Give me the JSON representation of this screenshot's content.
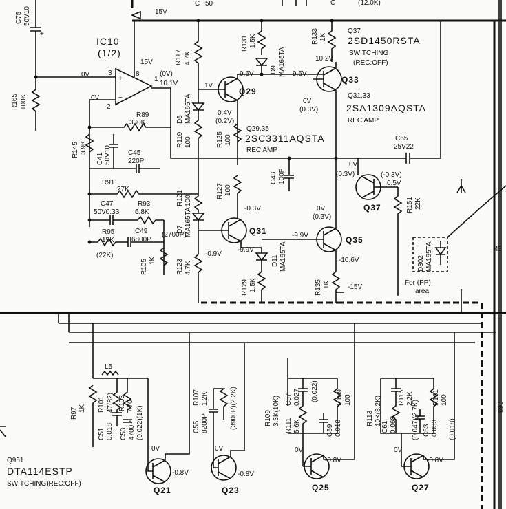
{
  "ic": {
    "ref": "IC10",
    "unit": "(1/2)",
    "supply": "15V",
    "pin3": "3",
    "pin2": "2",
    "pin8": "8",
    "pin1": "1",
    "in_v": "0V",
    "inv_v": "0V",
    "out_v1": "(0V)",
    "out_v2": "10.1V"
  },
  "rail": "15V",
  "top_cut": {
    "a": "C",
    "b": "50",
    "c": "C",
    "d": "(12.0K)"
  },
  "transistors": {
    "q37_top": {
      "ref": "Q37",
      "part": "2SD1450RSTA",
      "func": "SWITCHING",
      "mode": "(REC:OFF)"
    },
    "q31_33": {
      "refs": "Q31,33",
      "part": "2SA1309AQSTA",
      "func": "REC AMP"
    },
    "q29_35": {
      "refs": "Q29,35",
      "part": "2SC3311AQSTA",
      "func": "REC AMP"
    },
    "q951": {
      "ref": "Q951",
      "part": "DTA114ESTP",
      "func": "SWITCHING(REC:OFF)"
    },
    "labels": {
      "q29": "Q29",
      "q31": "Q31",
      "q33": "Q33",
      "q35": "Q35",
      "q37": "Q37",
      "q21": "Q21",
      "q23": "Q23",
      "q25": "Q25",
      "q27": "Q27"
    }
  },
  "components": {
    "c75": "C75",
    "c75v": "50V10",
    "r165": "R165",
    "r165v": "100K",
    "r117": "R117",
    "r117v": "4.7K",
    "r131": "R131",
    "r131v": "1.5K",
    "r133": "R133",
    "r133v": "1K",
    "d9": "D9",
    "d9v": "MA165TA",
    "d5": "D5",
    "d5v": "MA165TA",
    "r119": "R119",
    "r119v": "100",
    "r89": "R89",
    "r89v": "330K",
    "r145": "R145",
    "r145v": "3.9K",
    "c41": "C41",
    "c41v": "50V10",
    "c45": "C45",
    "c45v": "220P",
    "r125": "R125",
    "r125v": "100",
    "r91": "R91",
    "r91v": "27K",
    "r121": "R121",
    "r121v": "100",
    "r127": "R127",
    "r127v": "100",
    "c43": "C43",
    "c43v": "100P",
    "c65": "C65",
    "c65v": "25V22",
    "c47": "C47",
    "c47v": "50V0.33",
    "r93": "R93",
    "r93v": "6.8K",
    "r95": "R95",
    "r95v": "15K",
    "r95v2": "(22K)",
    "c49": "C49",
    "c49v": "6800P",
    "c49v2": "(2700P)",
    "d7": "D7",
    "d7v": "MA165TA",
    "r105": "R105",
    "r105v": "1K",
    "r123": "R123",
    "r123v": "4.7K",
    "d11": "D11",
    "d11v": "MA165TA",
    "r129": "R129",
    "r129v": "1.5K",
    "r135": "R135",
    "r135v": "1K",
    "r151": "R151",
    "r151v": "22K",
    "d302": "D302",
    "d302v": "MA165TA",
    "pp1": "For (PP)",
    "pp2": "area",
    "l5": "L5",
    "r97": "R97",
    "r97v": "1K",
    "r101": "R101",
    "r101v": "47(82)",
    "c51": "C51",
    "c51v": "0.018",
    "r103": "R103",
    "r103v": "470",
    "c53": "C53",
    "c53v": "4700P",
    "c53v2": "(0.022)(1K)",
    "c55": "C55",
    "c55v": "8200P",
    "r107": "R107",
    "r107v": "1.2K",
    "r107v2": "(3900P)(2.2K)",
    "r109": "R109",
    "r109v": "3.3K(10K)",
    "c57": "C57",
    "c57v": "0.027",
    "c57v2": "(0.022)",
    "r111": "R111",
    "r111v": "5.6K",
    "c59": "C59",
    "c59v": "0.018",
    "r159": "R159",
    "r159v": "100",
    "r113": "R113",
    "r113v": "10K(8.2K)",
    "c61": "C61",
    "c61v": "0.068",
    "r115": "R115",
    "r115v": "2.2K",
    "r115v2": "(0.047)(2.7K)",
    "c63": "C63",
    "c63v": "0.033",
    "c63v2": "(0.018)",
    "r161": "R161",
    "r161v": "100"
  },
  "voltages": {
    "v96a": "9.6V",
    "v96b": "9.6V",
    "v102": "10.2V",
    "v1": "1V",
    "v04": "0.4V",
    "v102p": "(0.2V)",
    "q33e1": "0V",
    "q33e2": "(0.3V)",
    "c65n1": "0V",
    "c65n2": "(0.3V)",
    "q37a": "(-0.3V)",
    "q37b": "0.5V",
    "n03": "-0.3V",
    "q35c1": "0V",
    "q35c2": "(0.3V)",
    "n09": "-0.9V",
    "n99": "-9.9V",
    "n99b": "-9.9V",
    "n106": "-10.6V",
    "n15": "-15V",
    "q21b": "0V",
    "q21c": "-0.8V",
    "q23b": "0V",
    "q23c": "-0.8V",
    "q25b": "0V",
    "q25c": "-0.8V",
    "q27b": "0V",
    "q27c": "-0.8V"
  },
  "edge": {
    "r45": "45",
    "r898": "898"
  }
}
